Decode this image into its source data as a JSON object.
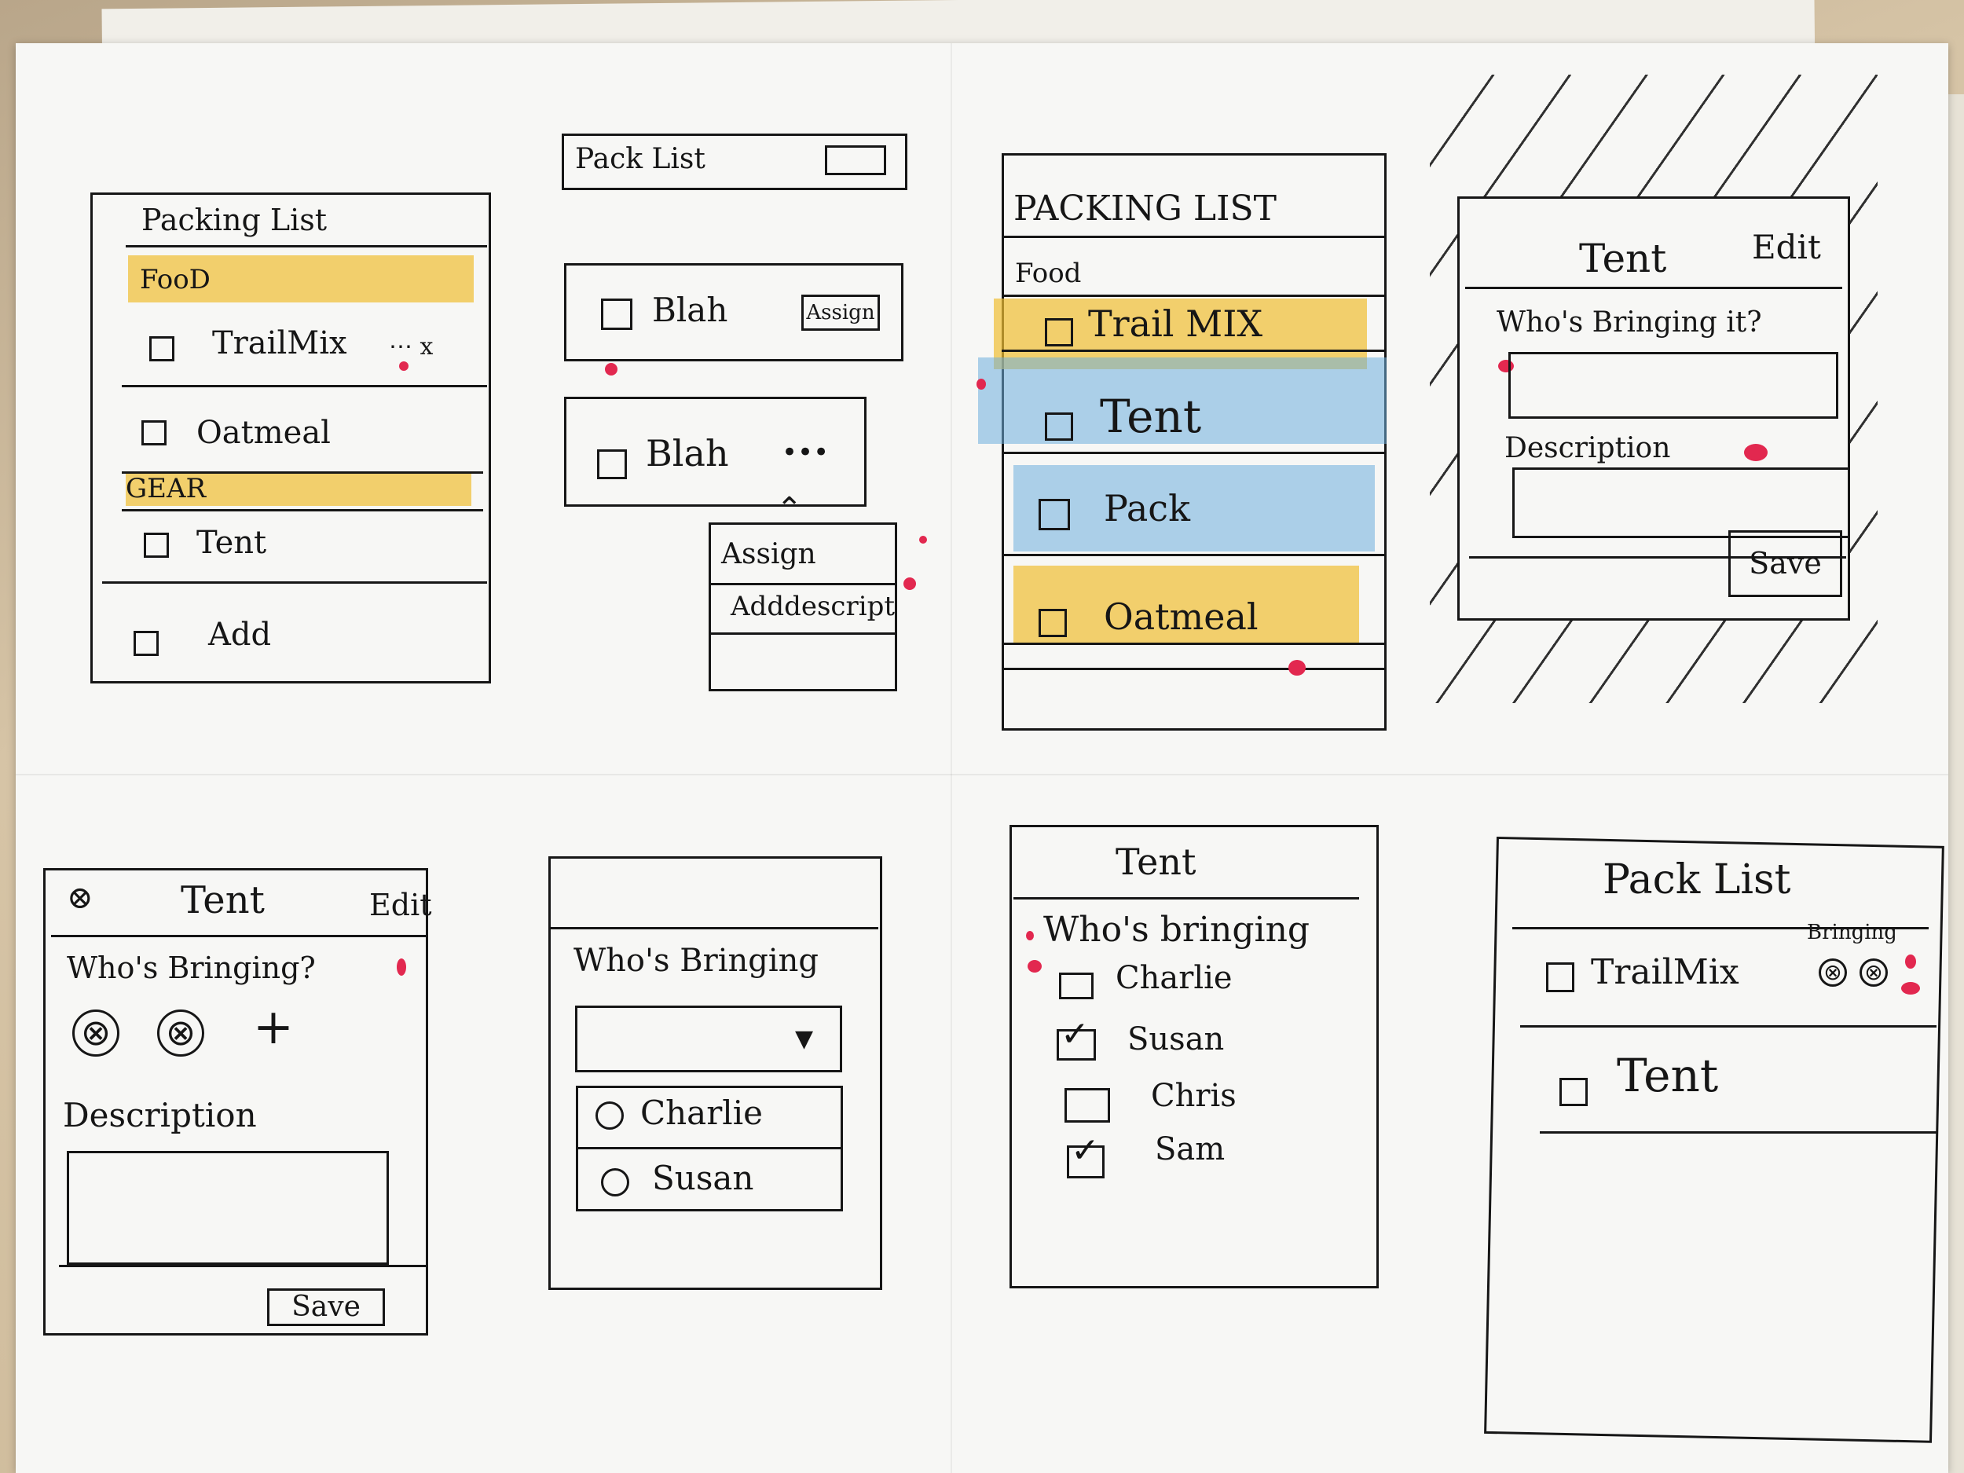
{
  "sketch1": {
    "title": "Packing List",
    "section_food": "FooD",
    "item_trailmix": "TrailMix",
    "item_trailmix_more": "⋯ x",
    "item_oatmeal": "Oatmeal",
    "section_gear": "GEAR",
    "item_tent": "Tent",
    "item_add": "Add"
  },
  "sketch2": {
    "header_title": "Pack List",
    "row1_label": "Blah",
    "row1_button": "Assign",
    "row2_label": "Blah",
    "row2_more": "•••",
    "menu_assign": "Assign",
    "menu_add_description": "Adddescript"
  },
  "sketch3": {
    "title": "PACKING LIST",
    "section_food": "Food",
    "items": [
      "Trail MIX",
      "Tent",
      "Pack",
      "Oatmeal"
    ]
  },
  "sketch4": {
    "title": "Tent",
    "edit": "Edit",
    "who_label": "Who's Bringing it?",
    "description_label": "Description",
    "save": "Save"
  },
  "sketch5": {
    "close_icon": "⊗",
    "title": "Tent",
    "edit": "Edit",
    "who_label": "Who's Bringing?",
    "avatar1": "⊗",
    "avatar2": "⊗",
    "add": "+",
    "description_label": "Description",
    "save": "Save"
  },
  "sketch6": {
    "who_label": "Who's Bringing",
    "dropdown_caret": "▼",
    "options": [
      "Charlie",
      "Susan"
    ]
  },
  "sketch7": {
    "title": "Tent",
    "who_label": "Who's bringing",
    "people": [
      {
        "name": "Charlie",
        "checked": false
      },
      {
        "name": "Susan",
        "checked": true
      },
      {
        "name": "Chris",
        "checked": false
      },
      {
        "name": "Sam",
        "checked": true
      }
    ]
  },
  "sketch8": {
    "title": "Pack List",
    "bringing_label": "Bringing",
    "item1": "TrailMix",
    "avatar1": "⊗",
    "avatar2": "⊗",
    "item2": "Tent"
  },
  "colors": {
    "highlight_yellow": "#f0be32",
    "highlight_blue": "#6eafdc",
    "marker_red": "#e2284f",
    "ink": "#161616"
  }
}
